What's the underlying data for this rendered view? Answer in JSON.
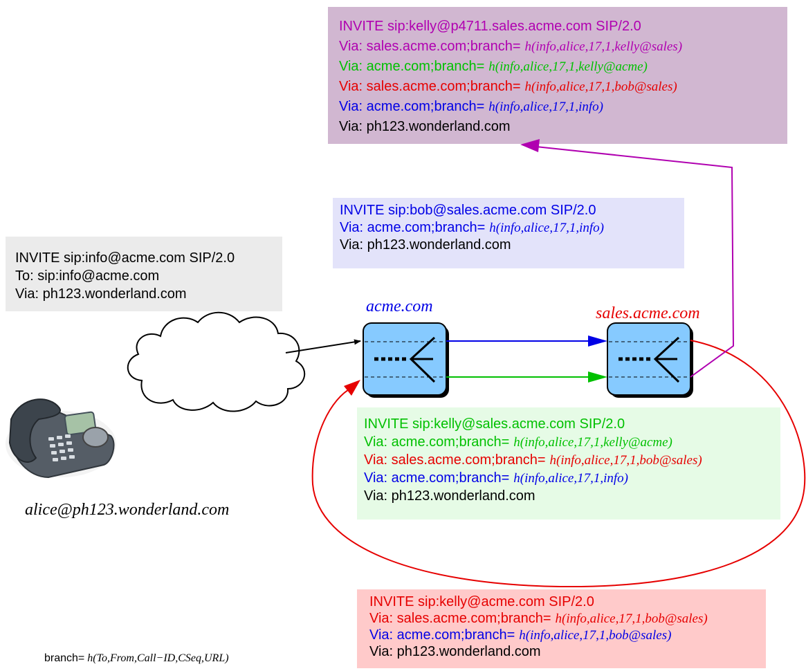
{
  "colors": {
    "black": "#000000",
    "blue": "#0000e6",
    "green": "#00c000",
    "red": "#e60000",
    "magenta": "#b000b0",
    "box_purple": "#d1b7d1",
    "box_lavender": "#e3e3fa",
    "box_gray": "#ebebeb",
    "box_green": "#e6fbe6",
    "box_pink": "#ffcaca",
    "proxy_fill": "#86caff"
  },
  "nodes": {
    "acme": {
      "label": "acme.com",
      "color": "#0000e6"
    },
    "sales": {
      "label": "sales.acme.com",
      "color": "#e60000"
    },
    "alice": {
      "label": "alice@ph123.wonderland.com"
    }
  },
  "messages": {
    "box1": {
      "bg": "#ebebeb",
      "lines": [
        {
          "label": "INVITE sip:info@acme.com SIP/2.0",
          "color": "#000000"
        },
        {
          "label": "To: sip:info@acme.com",
          "color": "#000000"
        },
        {
          "label": "Via: ph123.wonderland.com",
          "color": "#000000"
        }
      ]
    },
    "box2": {
      "bg": "#e3e3fa",
      "lines": [
        {
          "label": "INVITE sip:bob@sales.acme.com SIP/2.0",
          "color": "#0000e6"
        },
        {
          "label": "Via: acme.com;branch=",
          "hash": "h(info,alice,17,1,info)",
          "color": "#0000e6"
        },
        {
          "label": "Via: ph123.wonderland.com",
          "color": "#000000"
        }
      ]
    },
    "box3": {
      "bg": "#d1b7d1",
      "lines": [
        {
          "label": "INVITE sip:kelly@p4711.sales.acme.com SIP/2.0",
          "color": "#b000b0"
        },
        {
          "label": "Via: sales.acme.com;branch=",
          "hash": "h(info,alice,17,1,kelly@sales)",
          "color": "#b000b0"
        },
        {
          "label": "Via: acme.com;branch=",
          "hash": "h(info,alice,17,1,kelly@acme)",
          "color": "#00c000"
        },
        {
          "label": "Via: sales.acme.com;branch=",
          "hash": "h(info,alice,17,1,bob@sales)",
          "color": "#e60000"
        },
        {
          "label": "Via: acme.com;branch=",
          "hash": "h(info,alice,17,1,info)",
          "color": "#0000e6"
        },
        {
          "label": "Via: ph123.wonderland.com",
          "color": "#000000"
        }
      ]
    },
    "box4": {
      "bg": "#e6fbe6",
      "lines": [
        {
          "label": "INVITE sip:kelly@sales.acme.com SIP/2.0",
          "color": "#00c000"
        },
        {
          "label": "Via: acme.com;branch=",
          "hash": "h(info,alice,17,1,kelly@acme)",
          "color": "#00c000"
        },
        {
          "label": "Via: sales.acme.com;branch=",
          "hash": "h(info,alice,17,1,bob@sales)",
          "color": "#e60000"
        },
        {
          "label": "Via: acme.com;branch=",
          "hash": "h(info,alice,17,1,info)",
          "color": "#0000e6"
        },
        {
          "label": "Via: ph123.wonderland.com",
          "color": "#000000"
        }
      ]
    },
    "box5": {
      "bg": "#ffcaca",
      "lines": [
        {
          "label": "INVITE sip:kelly@acme.com SIP/2.0",
          "color": "#e60000"
        },
        {
          "label": "Via: sales.acme.com;branch=",
          "hash": "h(info,alice,17,1,bob@sales)",
          "color": "#e60000"
        },
        {
          "label": "Via: acme.com;branch=",
          "hash": "h(info,alice,17,1,bob@sales)",
          "color": "#0000e6"
        },
        {
          "label": "Via: ph123.wonderland.com",
          "color": "#000000"
        }
      ]
    }
  },
  "footer": {
    "label": "branch=",
    "formula": "h(To,From,Call−ID,CSeq,URL)"
  }
}
